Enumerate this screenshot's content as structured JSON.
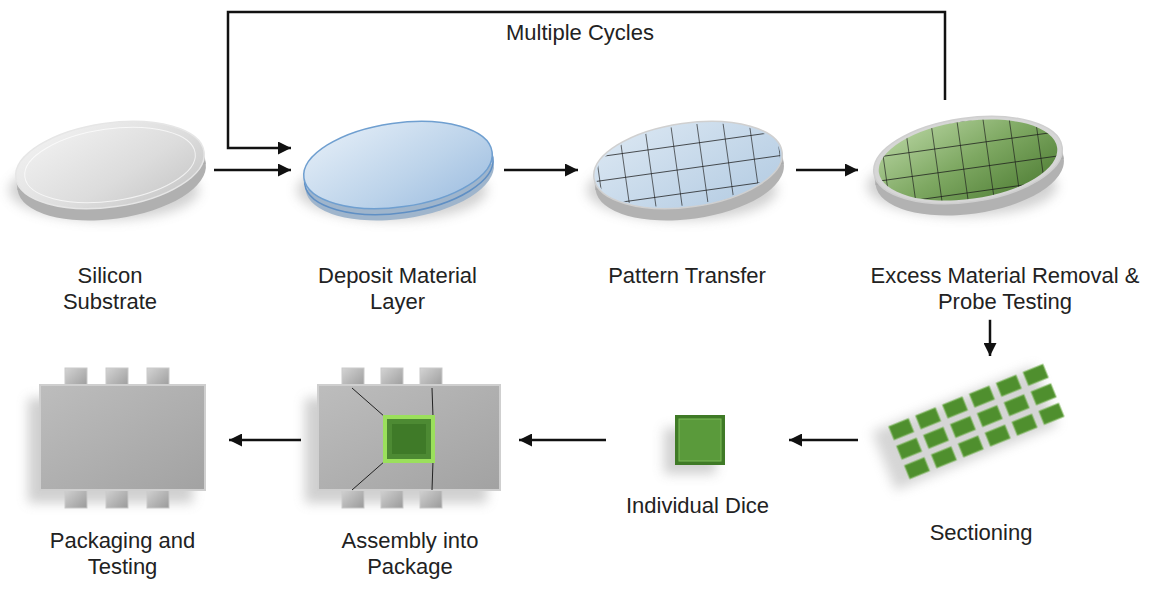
{
  "diagram": {
    "nodes": [
      {
        "text": [
          "Silicon Substrate"
        ]
      },
      {
        "text": [
          "Deposit Material Layer"
        ]
      },
      {
        "text": [
          "Pattern Transfer"
        ]
      },
      {
        "text": [
          "Excess Material Removal & Probe Testing"
        ]
      },
      {
        "text": [
          "Sectioning"
        ]
      },
      {
        "text": [
          "Individual Dice"
        ]
      },
      {
        "text": [
          "Assembly into Package"
        ]
      },
      {
        "text": [
          "Packaging and Testing"
        ]
      }
    ],
    "edges": [
      {
        "from": 0,
        "to": 1,
        "arrow": "to"
      },
      {
        "from": 1,
        "to": 2,
        "arrow": "to"
      },
      {
        "from": 2,
        "to": 3,
        "arrow": "to"
      },
      {
        "from": 3,
        "to": 1,
        "label": "Multiple Cycles",
        "arrow": "to"
      },
      {
        "from": 3,
        "to": 4,
        "arrow": "to"
      },
      {
        "from": 4,
        "to": 5,
        "arrow": "to"
      },
      {
        "from": 5,
        "to": 6,
        "arrow": "to"
      },
      {
        "from": 6,
        "to": 7,
        "arrow": "to"
      }
    ]
  }
}
